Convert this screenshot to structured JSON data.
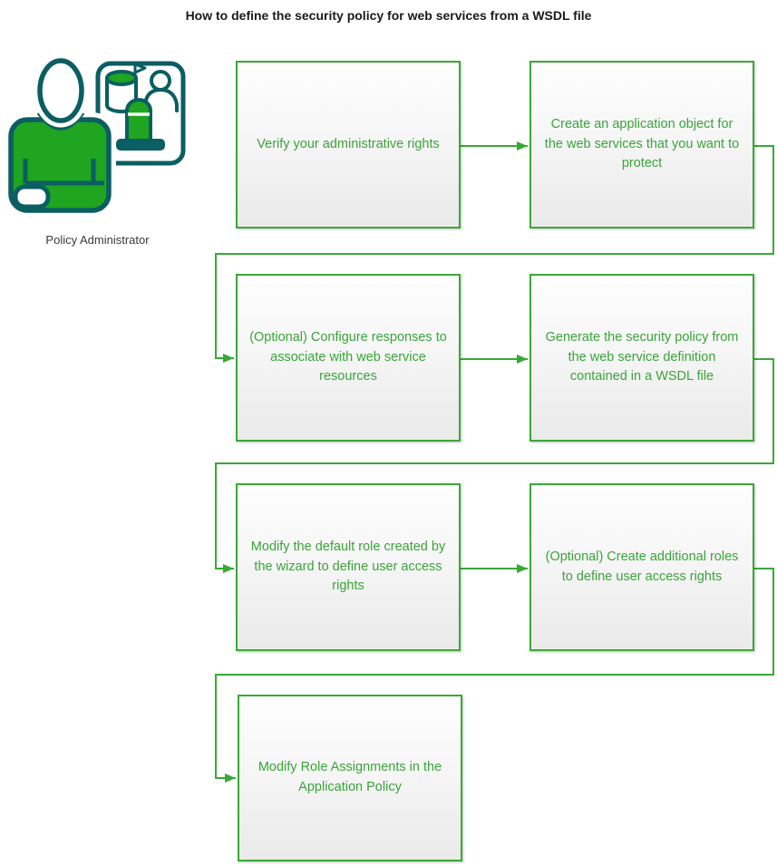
{
  "title": "How to define the security policy for web services from a WSDL file",
  "actor": {
    "label": "Policy Administrator"
  },
  "colors": {
    "flow_green": "#39a935",
    "flow_text_green": "#3aa43a",
    "icon_teal": "#0b5e62",
    "icon_green": "#1fa51f",
    "title_text": "#1a1a1a",
    "box_gradient_top": "#fefefe",
    "box_gradient_bottom": "#eaeaea"
  },
  "flow": {
    "steps": [
      {
        "label": "Verify your administrative rights"
      },
      {
        "label": "Create an application object for the web services that you want to protect"
      },
      {
        "label": "(Optional) Configure responses to associate with web service resources"
      },
      {
        "label": "Generate the security policy from the web service definition contained in a WSDL file"
      },
      {
        "label": "(Optional) Create additional roles to define user access rights"
      },
      {
        "label": "Modify the default role created by the wizard to define user access rights"
      },
      {
        "label": "Modify Role Assignments in the Application Policy"
      }
    ],
    "connections": [
      "step0->step1",
      "step1->step2",
      "step2->step3",
      "step3->step5",
      "step5->step4",
      "step4->step6"
    ]
  }
}
